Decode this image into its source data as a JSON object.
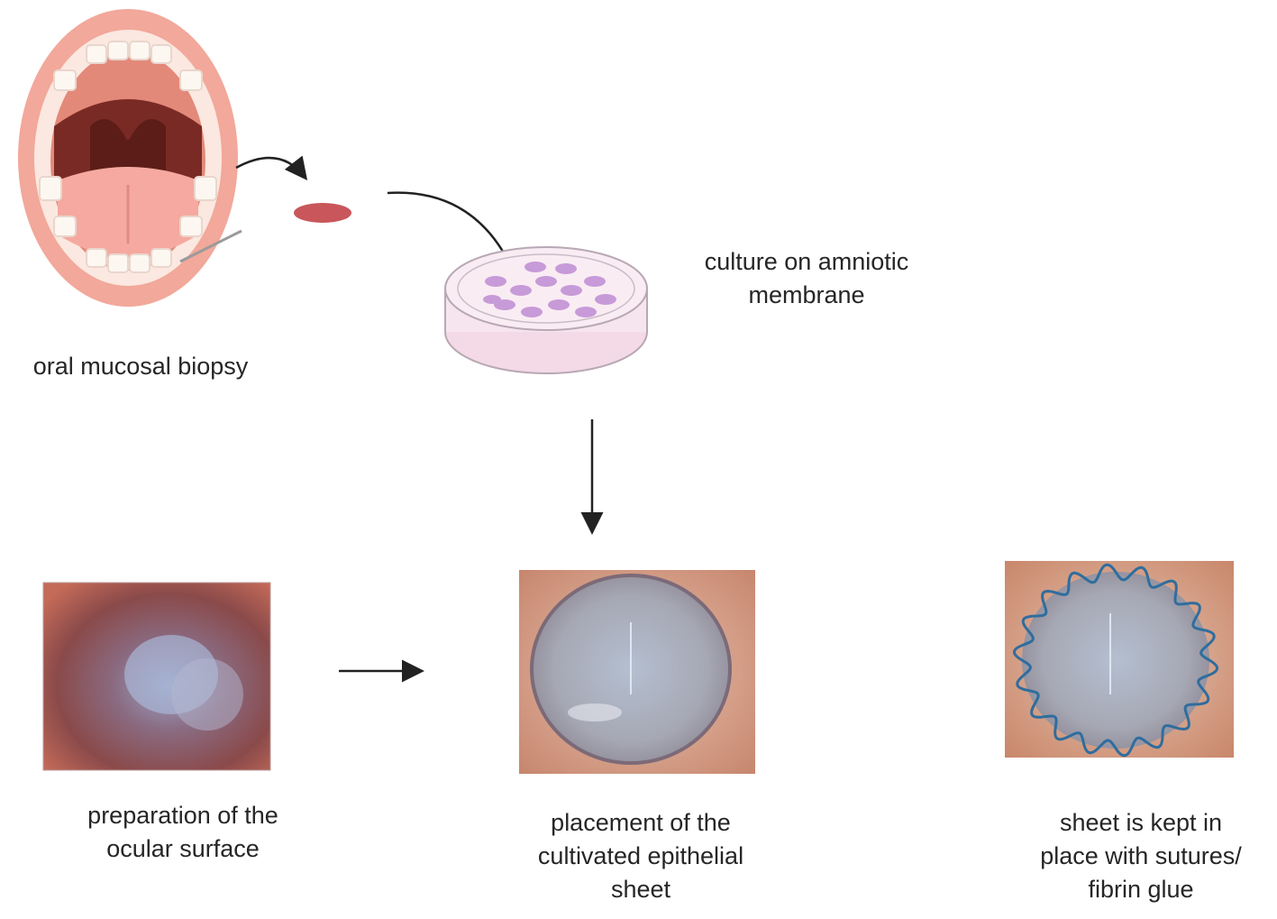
{
  "steps": {
    "biopsy_label": "oral mucosal biopsy",
    "culture_label_line1": "culture on amniotic",
    "culture_label_line2": "membrane",
    "preparation_label_line1": "preparation of the",
    "preparation_label_line2": "ocular surface",
    "placement_label_line1": "placement of the",
    "placement_label_line2": "cultivated epithelial",
    "placement_label_line3": "sheet",
    "fixation_label_line1": "sheet is kept in",
    "fixation_label_line2": "place with sutures/",
    "fixation_label_line3": "fibrin glue"
  },
  "colors": {
    "lip": "#f2a89a",
    "mouth_dark": "#7a2a24",
    "tongue": "#f5a9a0",
    "tissue": "#c8565a",
    "dish_fill": "#f6e4ee",
    "cells": "#c79ad8",
    "suture": "#2f6d9e"
  }
}
